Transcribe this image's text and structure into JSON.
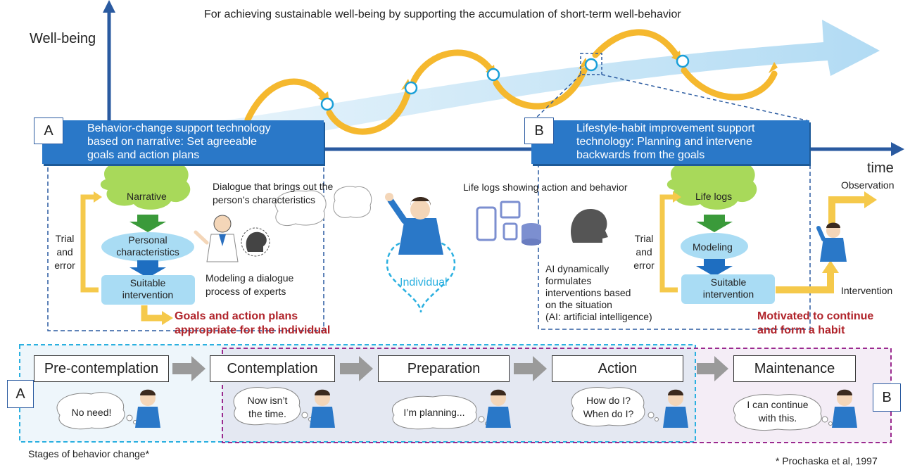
{
  "header": "For achieving sustainable well-being by supporting the accumulation of short-term well-behavior",
  "axes": {
    "y_label": "Well-being",
    "x_label": "time"
  },
  "panel_a": {
    "letter": "A",
    "title": "Behavior-change support technology\nbased on narrative: Set agreeable\ngoals and action plans",
    "narrative": "Narrative",
    "personal": "Personal\ncharacteristics",
    "suitable": "Suitable\nintervention",
    "trial": "Trial\nand\nerror",
    "dialogue": "Dialogue that brings out the\nperson’s characteristics",
    "modeling": "Modeling a dialogue\nprocess of experts",
    "goals": "Goals and action plans\nappropriate for the individual"
  },
  "center": {
    "individual": "Individual",
    "life_logs_caption": "Life logs showing action and behavior",
    "ai_text": "AI dynamically\nformulates\ninterventions based\non the situation\n(AI: artificial intelligence)"
  },
  "panel_b": {
    "letter": "B",
    "title": "Lifestyle-habit improvement support\ntechnology: Planning and intervene\nbackwards from the goals",
    "life_logs": "Life logs",
    "modeling": "Modeling",
    "suitable": "Suitable\nintervention",
    "trial": "Trial\nand\nerror",
    "observation": "Observation",
    "intervention": "Intervention",
    "motivated": "Motivated to continue\nand form a habit"
  },
  "stages": {
    "labels": [
      "Pre-contemplation",
      "Contemplation",
      "Preparation",
      "Action",
      "Maintenance"
    ],
    "bubbles": [
      "No need!",
      "Now isn’t\nthe time.",
      "I’m planning...",
      "How do I?\nWhen do I?",
      "I can continue\nwith this."
    ],
    "group_a": "A",
    "group_b": "B",
    "caption": "Stages of behavior change*",
    "citation": "* Prochaska et al, 1997"
  },
  "colors": {
    "axis_blue": "#2a5aa0",
    "title_blue": "#2a78c8",
    "light_blue": "#bfe0f5",
    "cloud_green": "#a8d95a",
    "orange_arrow": "#f5b82e",
    "red_text": "#b0232a",
    "dashed_cyan": "#2bb0e0",
    "dashed_purple": "#9b2a8f"
  }
}
